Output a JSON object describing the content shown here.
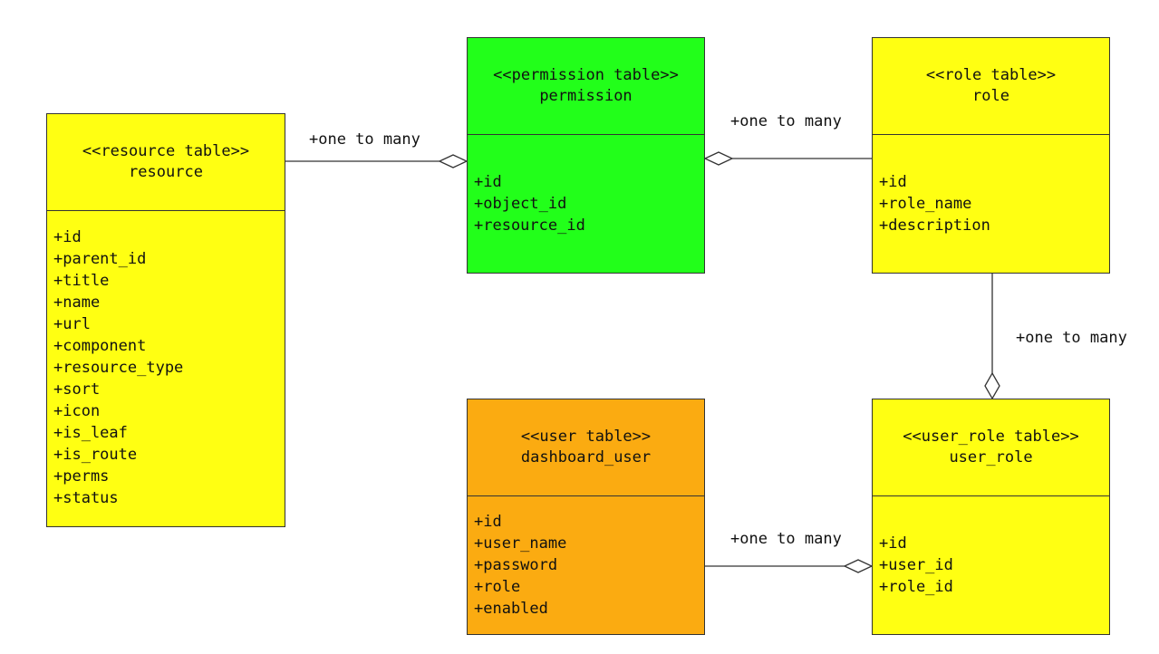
{
  "classes": {
    "resource": {
      "stereotype": "<<resource table>>",
      "name": "resource",
      "fill": "#ffff12",
      "attributes": [
        "+id",
        "+parent_id",
        "+title",
        "+name",
        "+url",
        "+component",
        "+resource_type",
        "+sort",
        "+icon",
        "+is_leaf",
        "+is_route",
        "+perms",
        "+status"
      ]
    },
    "permission": {
      "stereotype": "<<permission table>>",
      "name": "permission",
      "fill": "#22ff1a",
      "attributes": [
        "+id",
        "+object_id",
        "+resource_id"
      ]
    },
    "role": {
      "stereotype": "<<role table>>",
      "name": "role",
      "fill": "#ffff12",
      "attributes": [
        "+id",
        "+role_name",
        "+description"
      ]
    },
    "dashboard_user": {
      "stereotype": "<<user table>>",
      "name": "dashboard_user",
      "fill": "#fbab11",
      "attributes": [
        "+id",
        "+user_name",
        "+password",
        "+role",
        "+enabled"
      ]
    },
    "user_role": {
      "stereotype": "<<user_role table>>",
      "name": "user_role",
      "fill": "#ffff12",
      "attributes": [
        "+id",
        "+user_id",
        "+role_id"
      ]
    }
  },
  "associations": [
    {
      "from": "resource",
      "to": "permission",
      "label": "+one to many",
      "end": "aggregation-diamond"
    },
    {
      "from": "role",
      "to": "permission",
      "label": "+one to many",
      "end": "aggregation-diamond"
    },
    {
      "from": "role",
      "to": "user_role",
      "label": "+one to many",
      "end": "aggregation-diamond"
    },
    {
      "from": "dashboard_user",
      "to": "user_role",
      "label": "+one to many",
      "end": "aggregation-diamond"
    }
  ]
}
